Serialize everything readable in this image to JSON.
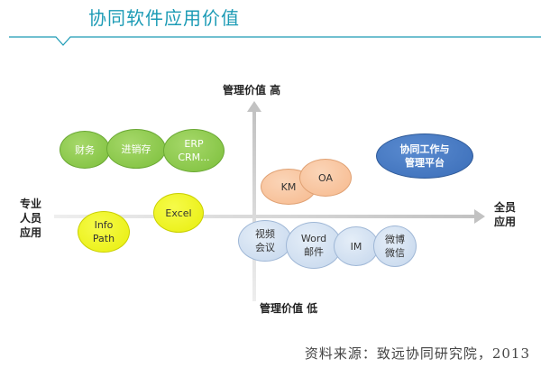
{
  "title": "协同软件应用价值",
  "axes": {
    "top": "管理价值 高",
    "bottom": "管理价值 低",
    "left": [
      "专业",
      "人员",
      "应用"
    ],
    "right": [
      "全员",
      "应用"
    ]
  },
  "bubbles": {
    "caiwu": [
      "财务"
    ],
    "jinxiaocun": [
      "进销存"
    ],
    "erp": [
      "ERP",
      "CRM..."
    ],
    "excel": [
      "Excel"
    ],
    "infopath": [
      "Info",
      "Path"
    ],
    "km": [
      "KM"
    ],
    "oa": [
      "OA"
    ],
    "xietong": [
      "协同工作与",
      "管理平台"
    ],
    "video": [
      "视频",
      "会议"
    ],
    "word": [
      "Word",
      "邮件"
    ],
    "im": [
      "IM"
    ],
    "weibo": [
      "微博",
      "微信"
    ]
  },
  "source": "资料来源：致远协同研究院，2013",
  "colors": {
    "title": "#1c9bb5",
    "axis": "#c9c9c9",
    "green": "#7cbf3b",
    "yellow": "#e8ee0c",
    "peach": "#f6b98d",
    "lightblue": "#c4d6ec",
    "darkblue": "#3a6db8"
  }
}
